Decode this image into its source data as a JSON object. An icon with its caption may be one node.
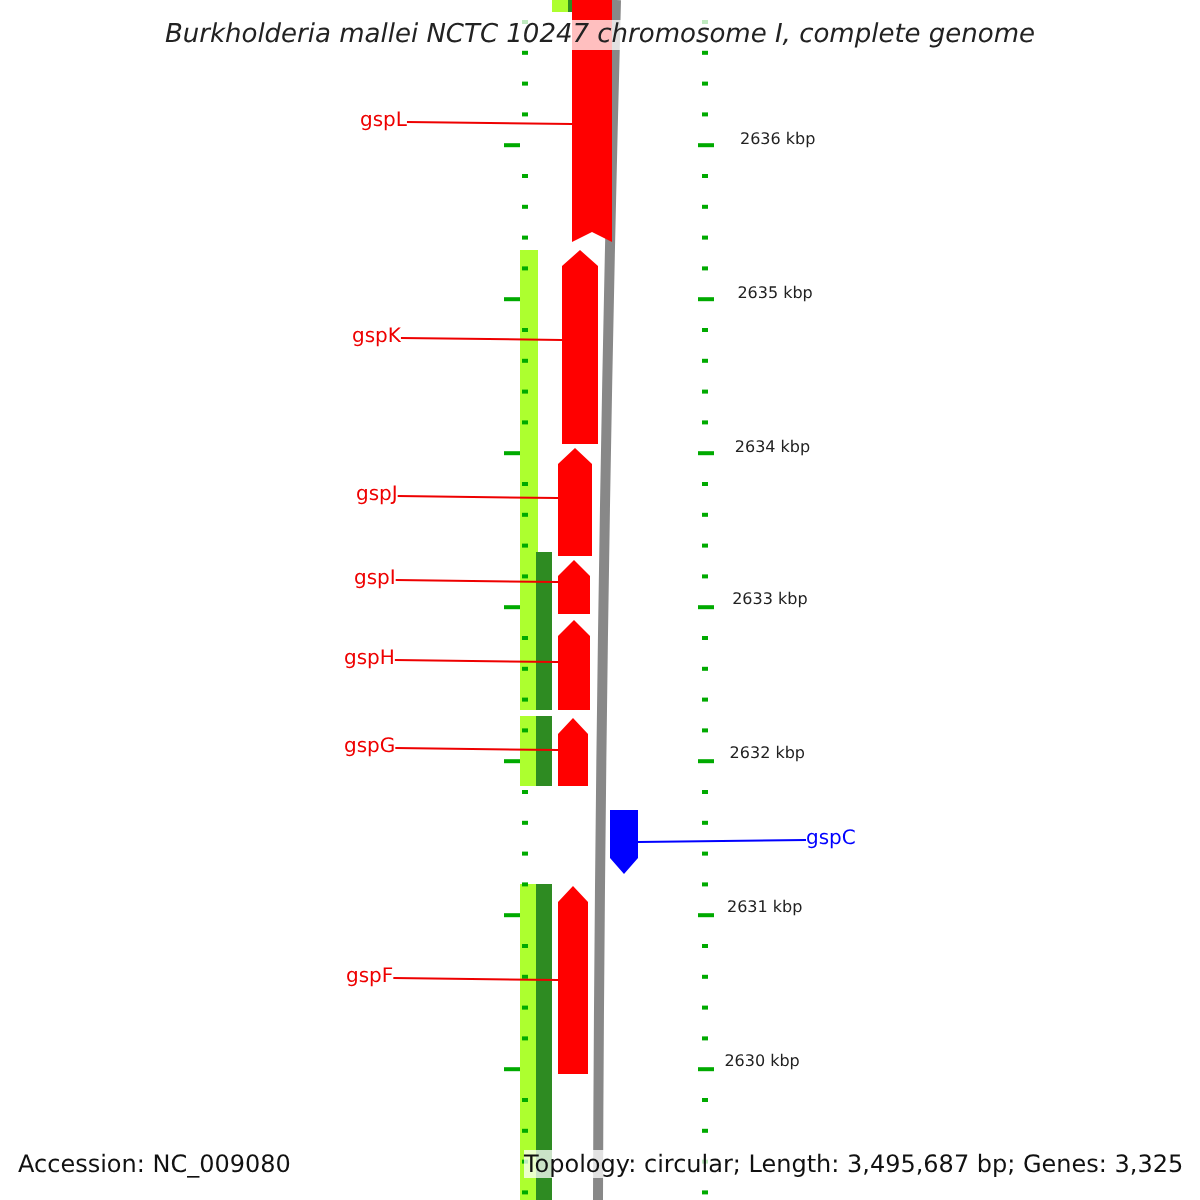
{
  "diagram": {
    "title": "Burkholderia mallei NCTC 10247 chromosome I, complete genome",
    "nodes": [
      {
        "text": [
          "gspL"
        ]
      },
      {
        "text": [
          "gspK"
        ]
      },
      {
        "text": [
          "gspJ"
        ]
      },
      {
        "text": [
          "gspI"
        ]
      },
      {
        "text": [
          "gspH"
        ]
      },
      {
        "text": [
          "gspG"
        ]
      },
      {
        "text": [
          "gspF"
        ]
      },
      {
        "text": [
          "gspC"
        ]
      },
      {
        "text": [],
        "shape": "bar"
      },
      {
        "text": [],
        "shape": "bar"
      },
      {
        "text": [],
        "shape": "bar"
      },
      {
        "text": [],
        "shape": "bar"
      },
      {
        "text": [],
        "shape": "bar"
      },
      {
        "text": [],
        "shape": "bar"
      },
      {
        "text": [],
        "shape": "bar"
      },
      {
        "text": [],
        "shape": "bar"
      }
    ],
    "edges": [
      {
        "from": 0,
        "to": 8,
        "arrow": "none"
      },
      {
        "from": 1,
        "to": 9,
        "arrow": "none"
      },
      {
        "from": 2,
        "to": 10,
        "arrow": "none"
      },
      {
        "from": 3,
        "to": 11,
        "arrow": "none"
      },
      {
        "from": 4,
        "to": 12,
        "arrow": "none"
      },
      {
        "from": 5,
        "to": 13,
        "arrow": "none"
      },
      {
        "from": 6,
        "to": 14,
        "arrow": "none"
      },
      {
        "from": 7,
        "to": 15,
        "arrow": "none",
        "color": "#0000ff"
      }
    ],
    "labels": [
      "2636 kbp",
      "2635 kbp",
      "2634 kbp",
      "2633 kbp",
      "2632 kbp",
      "2631 kbp",
      "2630 kbp",
      "Accession: NC_009080",
      "Topology: circular; Length: 3,495,687 bp; Genes: 3,325"
    ]
  }
}
